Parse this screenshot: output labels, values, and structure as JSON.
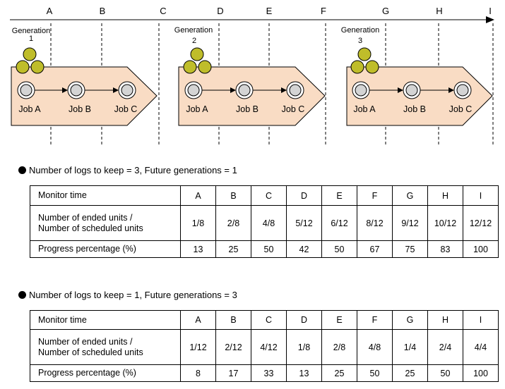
{
  "monitor_points": [
    "A",
    "B",
    "C",
    "D",
    "E",
    "F",
    "G",
    "H",
    "I"
  ],
  "generations": [
    {
      "label": "Generation",
      "number": "1",
      "jobs": [
        "Job A",
        "Job B",
        "Job C"
      ]
    },
    {
      "label": "Generation",
      "number": "2",
      "jobs": [
        "Job A",
        "Job B",
        "Job C"
      ]
    },
    {
      "label": "Generation",
      "number": "3",
      "jobs": [
        "Job A",
        "Job B",
        "Job C"
      ]
    }
  ],
  "sections": [
    {
      "title": "Number of logs to keep = 3,  Future generations = 1",
      "header_label": "Monitor time",
      "rows": [
        {
          "label_line1": "Number of ended units /",
          "label_line2": "Number of scheduled units",
          "values": [
            "1/8",
            "2/8",
            "4/8",
            "5/12",
            "6/12",
            "8/12",
            "9/12",
            "10/12",
            "12/12"
          ]
        },
        {
          "label_line1": "Progress percentage (%)",
          "label_line2": "",
          "values": [
            "13",
            "25",
            "50",
            "42",
            "50",
            "67",
            "75",
            "83",
            "100"
          ]
        }
      ]
    },
    {
      "title": "Number of logs to keep = 1,  Future generations = 3",
      "header_label": "Monitor time",
      "rows": [
        {
          "label_line1": "Number of ended units /",
          "label_line2": "Number of scheduled units",
          "values": [
            "1/12",
            "2/12",
            "4/12",
            "1/8",
            "2/8",
            "4/8",
            "1/4",
            "2/4",
            "4/4"
          ]
        },
        {
          "label_line1": "Progress percentage (%)",
          "label_line2": "",
          "values": [
            "8",
            "17",
            "33",
            "13",
            "25",
            "50",
            "25",
            "50",
            "100"
          ]
        }
      ]
    }
  ],
  "colors": {
    "arrow_fill": "#F9DCC4",
    "circle_olive": "#BFBD2A",
    "job_circle": "#D4D4D4"
  }
}
